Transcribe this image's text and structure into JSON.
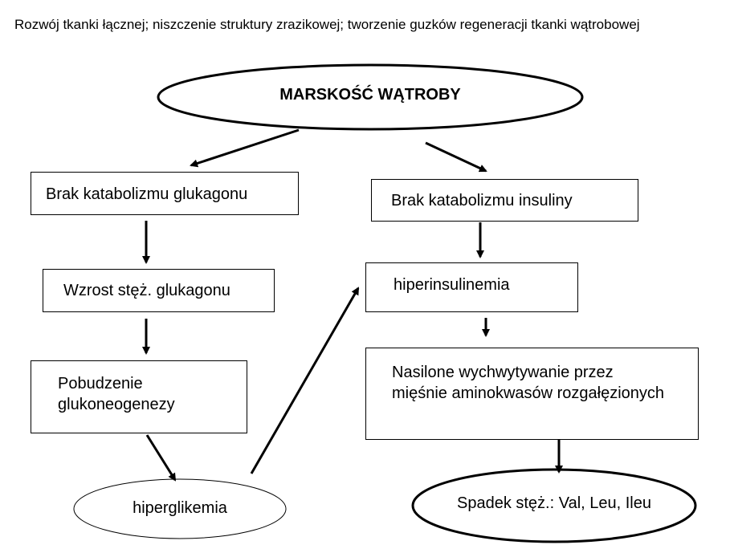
{
  "intro_text": "Rozwój tkanki łącznej; niszczenie struktury zrazikowej; tworzenie guzków regeneracji tkanki wątrobowej",
  "nodes": {
    "main": "MARSKOŚĆ WĄTROBY",
    "glucagon_catabolism": "Brak katabolizmu glukagonu",
    "glucagon_concentration": "Wzrost stęż. glukagonu",
    "gluconeogenesis": "Pobudzenie glukoneogenezy",
    "hyperglycemia": "hiperglikemia",
    "insulin_catabolism": "Brak katabolizmu insuliny",
    "hyperinsulinemia": "hiperinsulinemia",
    "amino_acid_uptake": "Nasilone wychwytywanie przez mięśnie aminokwasów rozgałęzionych",
    "concentration_drop": "Spadek stęż.: Val, Leu, Ileu"
  },
  "colors": {
    "stroke": "#000000",
    "background": "#ffffff"
  }
}
